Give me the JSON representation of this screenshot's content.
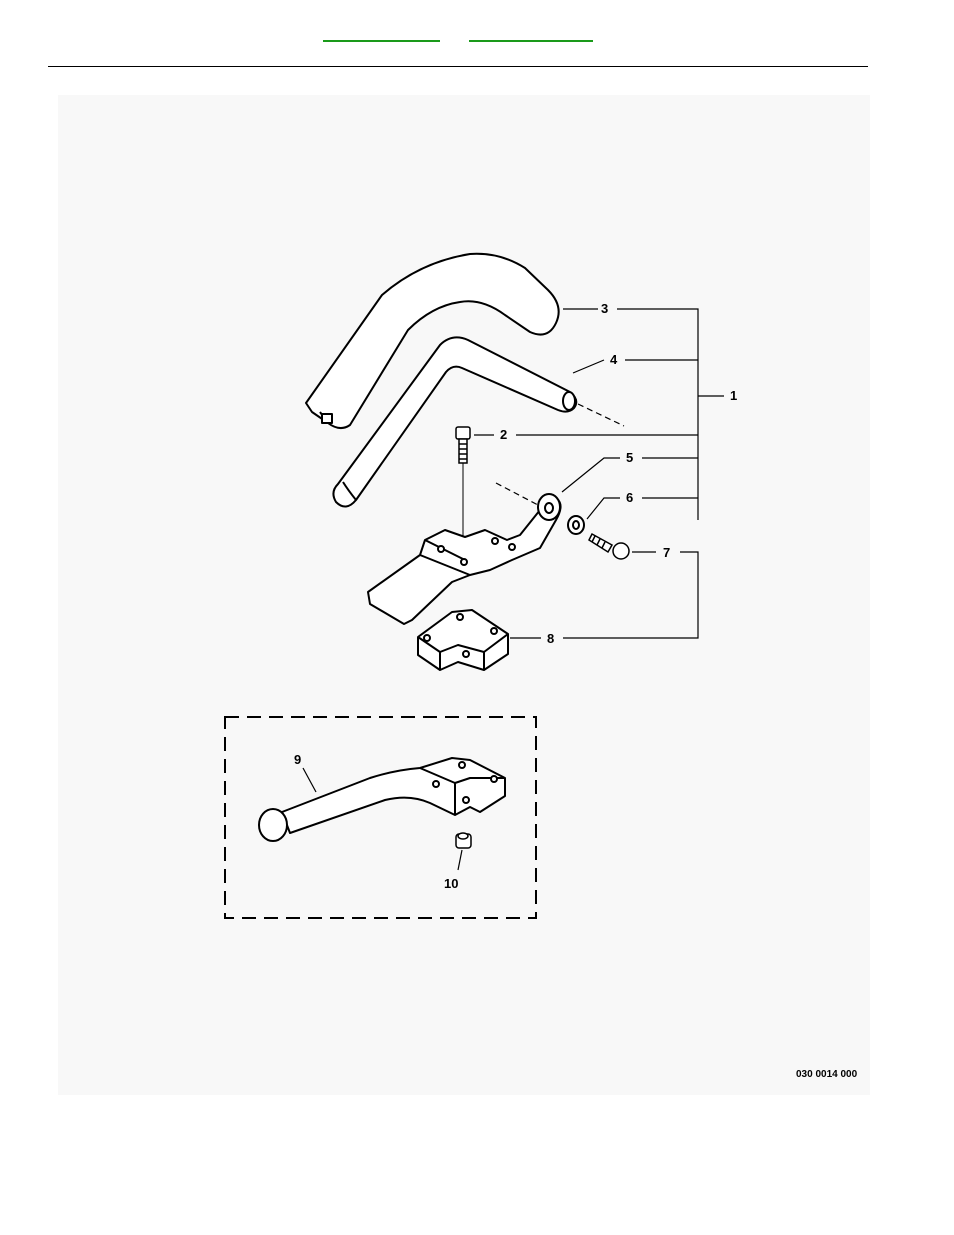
{
  "header": {
    "links": [
      {
        "name": "nav-link-1",
        "label": ""
      },
      {
        "name": "nav-link-2",
        "label": ""
      }
    ]
  },
  "diagram": {
    "callouts": {
      "c1": "1",
      "c2": "2",
      "c3": "3",
      "c4": "4",
      "c5": "5",
      "c6": "6",
      "c7": "7",
      "c8": "8",
      "c9": "9",
      "c10": "10"
    },
    "document_number": "030 0014 000"
  }
}
